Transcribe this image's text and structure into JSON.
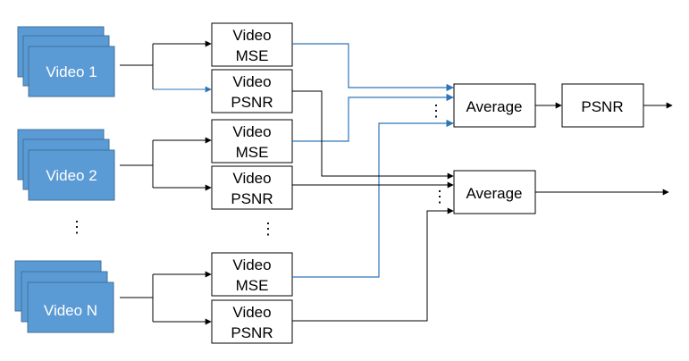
{
  "colors": {
    "video_fill": "#5b9bd5",
    "video_stroke": "#41719c",
    "blue_line": "#2e75b6",
    "black_line": "#000000"
  },
  "videos": [
    {
      "label": "Video 1"
    },
    {
      "label": "Video 2"
    },
    {
      "label": "Video N"
    }
  ],
  "metric_boxes": [
    {
      "line1": "Video",
      "line2": "MSE"
    },
    {
      "line1": "Video",
      "line2": "PSNR"
    },
    {
      "line1": "Video",
      "line2": "MSE"
    },
    {
      "line1": "Video",
      "line2": "PSNR"
    },
    {
      "line1": "Video",
      "line2": "MSE"
    },
    {
      "line1": "Video",
      "line2": "PSNR"
    }
  ],
  "average_boxes": [
    {
      "label": "Average"
    },
    {
      "label": "Average"
    }
  ],
  "psnr_box": {
    "label": "PSNR"
  },
  "ellipsis": "⋮"
}
